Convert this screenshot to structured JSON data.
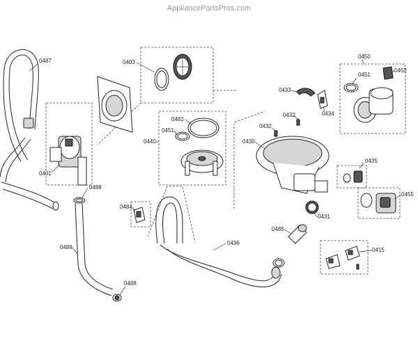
{
  "watermark": "AppliancePartsPros.com",
  "labels": {
    "p0487": "0487",
    "p0403": "0403",
    "p0482": "0482",
    "p0451a": "0451",
    "p0440": "0440",
    "p0401": "0401",
    "p0488a": "0488",
    "p0489": "0489",
    "p0488b": "0488",
    "p0484": "0484",
    "p0436": "0436",
    "p0485": "0485",
    "p0432a": "0432",
    "p0433": "0433",
    "p0434": "0434",
    "p0432b": "0432",
    "p0430": "0430",
    "p0431": "0431",
    "p0435": "0435",
    "p0450": "0450",
    "p0451b": "0451",
    "p0452": "0452",
    "p0455": "0455",
    "p0415": "0415"
  }
}
